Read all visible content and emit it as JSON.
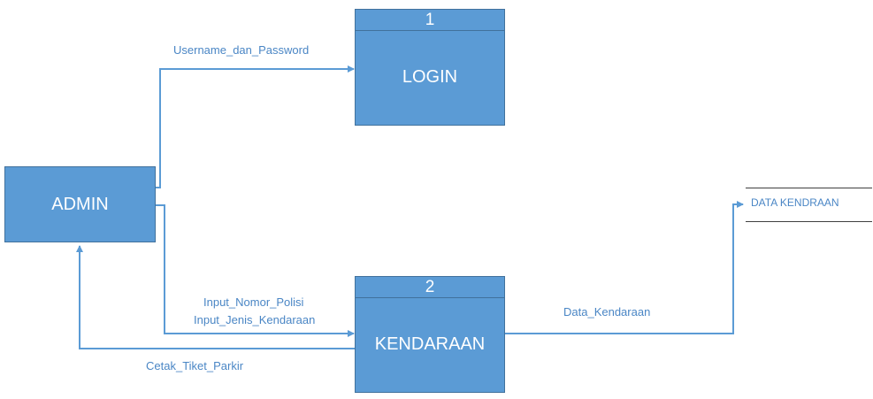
{
  "entity": {
    "name": "ADMIN"
  },
  "processes": [
    {
      "number": "1",
      "name": "LOGIN"
    },
    {
      "number": "2",
      "name": "KENDARAAN"
    }
  ],
  "data_store": {
    "name": "DATA KENDRAAN"
  },
  "flows": {
    "login": "Username_dan_Password",
    "input_nomor": "Input_Nomor_Polisi",
    "input_jenis": "Input_Jenis_Kendaraan",
    "cetak": "Cetak_Tiket_Parkir",
    "data": "Data_Kendaraan"
  },
  "colors": {
    "box_fill": "#5b9bd5",
    "box_border": "#41719c",
    "arrow": "#5b9bd5",
    "label": "#4a86c5"
  }
}
